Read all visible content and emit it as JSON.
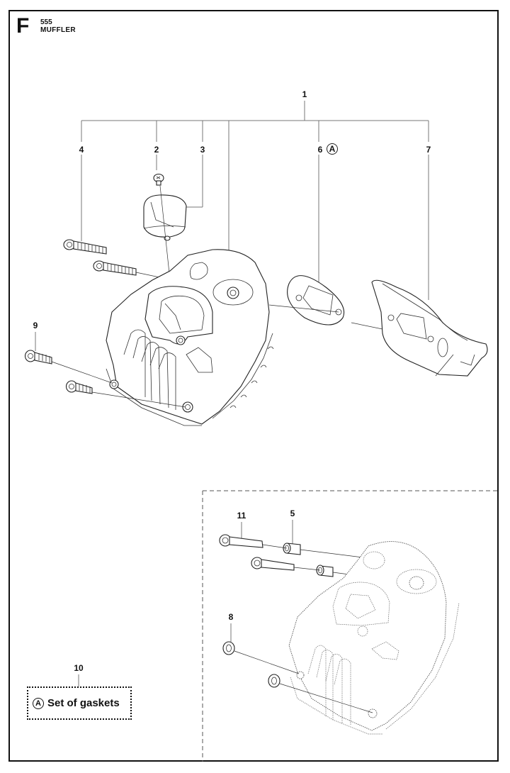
{
  "header": {
    "section_letter": "F",
    "model": "555",
    "title": "MUFFLER"
  },
  "callouts": {
    "c1": "1",
    "c2": "2",
    "c3": "3",
    "c4": "4",
    "c5": "5",
    "c6": "6",
    "c7": "7",
    "c8": "8",
    "c9": "9",
    "c10": "10",
    "c11": "11"
  },
  "badges": {
    "gasket_badge": "A"
  },
  "legend": {
    "badge": "A",
    "text": "Set of gaskets"
  },
  "parts": [
    {
      "ref": "1",
      "name": "muffler-assembly"
    },
    {
      "ref": "2",
      "name": "screw"
    },
    {
      "ref": "3",
      "name": "spark-arrestor-cap"
    },
    {
      "ref": "4",
      "name": "long-socket-bolt"
    },
    {
      "ref": "5",
      "name": "spacer-sleeve"
    },
    {
      "ref": "6",
      "name": "gasket",
      "group": "A"
    },
    {
      "ref": "7",
      "name": "cooling-plate"
    },
    {
      "ref": "8",
      "name": "washer"
    },
    {
      "ref": "9",
      "name": "short-bolt"
    },
    {
      "ref": "10",
      "name": "gasket-set"
    },
    {
      "ref": "11",
      "name": "long-bolt"
    }
  ]
}
